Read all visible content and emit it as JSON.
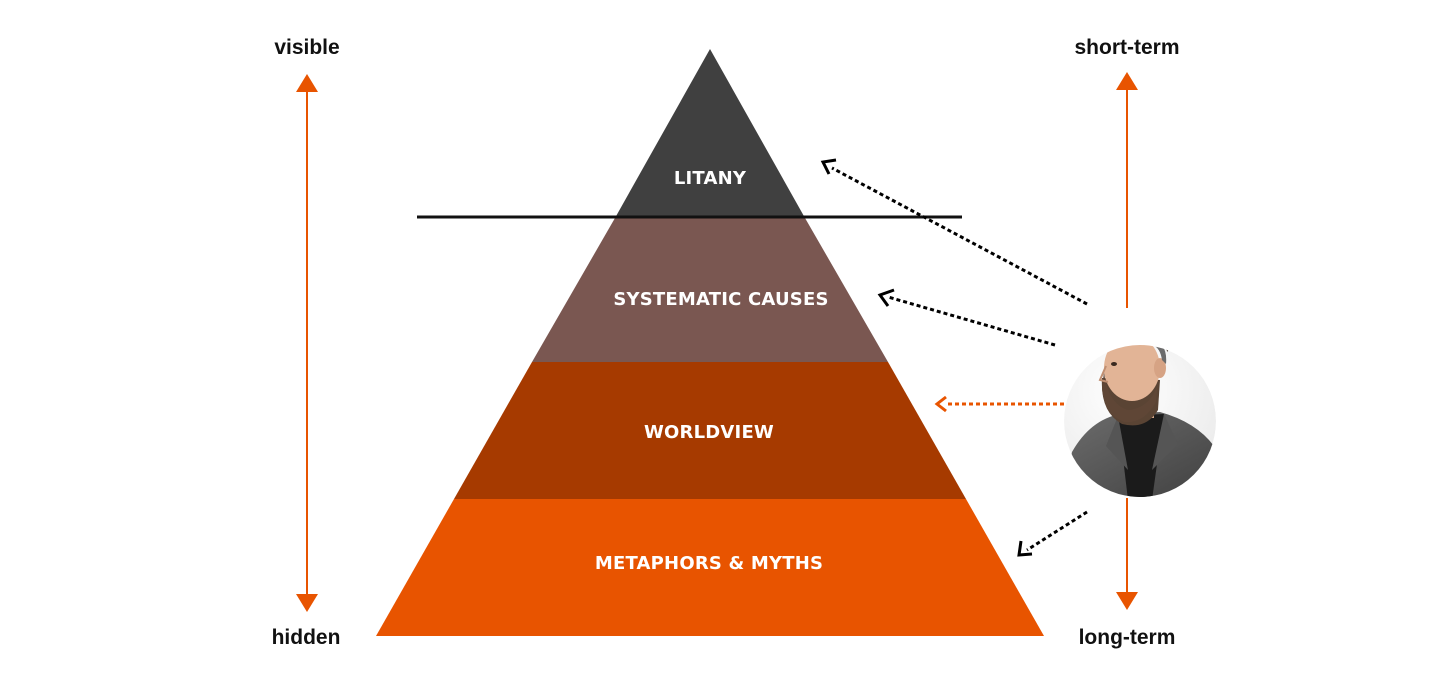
{
  "axes": {
    "left": {
      "top_label": "visible",
      "bottom_label": "hidden"
    },
    "right": {
      "top_label": "short-term",
      "bottom_label": "long-term"
    }
  },
  "pyramid": {
    "layers": [
      {
        "label": "LITANY",
        "color": "#404040"
      },
      {
        "label": "SYSTEMATIC CAUSES",
        "color": "#7a5751"
      },
      {
        "label": "WORLDVIEW",
        "color": "#a63a00"
      },
      {
        "label": "METAPHORS & MYTHS",
        "color": "#e85400"
      }
    ]
  },
  "colors": {
    "accent": "#e85400",
    "arrow_dark": "#000000",
    "divider": "#111111"
  },
  "person": {
    "icon": "bearded-man-portrait"
  }
}
